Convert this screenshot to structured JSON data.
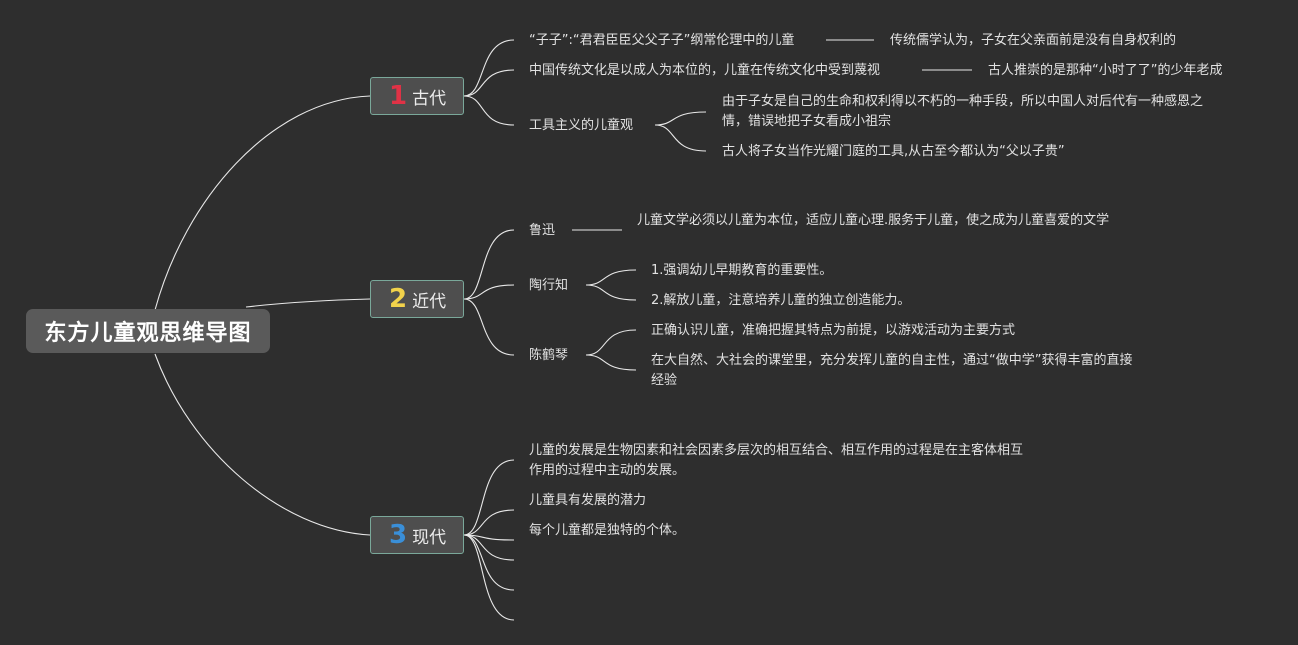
{
  "central": {
    "label": "东方儿童观思维导图"
  },
  "branches": [
    {
      "number": "1",
      "label": "古代",
      "color": "#e03246",
      "items": [
        {
          "text": "“子子”:“君君臣臣父父子子”纲常伦理中的儿童",
          "detail": "传统儒学认为，子女在父亲面前是没有自身权利的"
        },
        {
          "text": "中国传统文化是以成人为本位的，儿童在传统文化中受到蔑视",
          "detail": "古人推崇的是那种“小时了了”的少年老成"
        },
        {
          "text": "工具主义的儿童观",
          "subs": [
            "由于子女是自己的生命和权利得以不朽的一种手段，所以中国人对后代有一种感恩之情，错误地把子女看成小祖宗",
            "古人将子女当作光耀门庭的工具,从古至今都认为“父以子贵”"
          ]
        }
      ]
    },
    {
      "number": "2",
      "label": "近代",
      "color": "#f2d24b",
      "items": [
        {
          "text": "鲁迅",
          "detail": "儿童文学必须以儿童为本位，适应儿童心理.服务于儿童，使之成为儿童喜爱的文学"
        },
        {
          "text": "陶行知",
          "subs": [
            "1.强调幼儿早期教育的重要性。",
            "2.解放儿童，注意培养儿童的独立创造能力。"
          ]
        },
        {
          "text": "陈鹤琴",
          "subs": [
            "正确认识儿童，准确把握其特点为前提，以游戏活动为主要方式",
            "在大自然、大社会的课堂里，充分发挥儿童的自主性，通过“做中学”获得丰富的直接经验"
          ]
        }
      ]
    },
    {
      "number": "3",
      "label": "现代",
      "color": "#3a8fd8",
      "items": [
        {
          "text": "儿童的发展是生物因素和社会因素多层次的相互结合、相互作用的过程是在主客体相互作用的过程中主动的发展。"
        },
        {
          "text": "儿童具有发展的潜力"
        },
        {
          "text": "每个儿童都是独特的个体。"
        },
        {
          "text": ""
        },
        {
          "text": ""
        },
        {
          "text": ""
        }
      ]
    }
  ]
}
